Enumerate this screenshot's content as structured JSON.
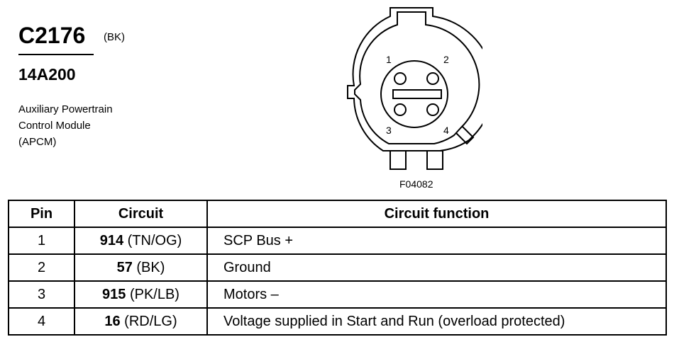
{
  "connector": {
    "id": "C2176",
    "color_code": "(BK)",
    "part_number": "14A200",
    "description_lines": [
      "Auxiliary Powertrain",
      "Control Module",
      "(APCM)"
    ]
  },
  "diagram": {
    "figure_code": "F04082",
    "pin_labels": [
      "1",
      "2",
      "3",
      "4"
    ]
  },
  "table": {
    "headers": {
      "pin": "Pin",
      "circuit": "Circuit",
      "function": "Circuit function"
    },
    "rows": [
      {
        "pin": "1",
        "circuit_num": "914",
        "circuit_color": " (TN/OG)",
        "function": "SCP Bus +"
      },
      {
        "pin": "2",
        "circuit_num": "57",
        "circuit_color": " (BK)",
        "function": "Ground"
      },
      {
        "pin": "3",
        "circuit_num": "915",
        "circuit_color": " (PK/LB)",
        "function": "Motors –"
      },
      {
        "pin": "4",
        "circuit_num": "16",
        "circuit_color": " (RD/LG)",
        "function": "Voltage supplied in Start and Run (overload protected)"
      }
    ]
  }
}
